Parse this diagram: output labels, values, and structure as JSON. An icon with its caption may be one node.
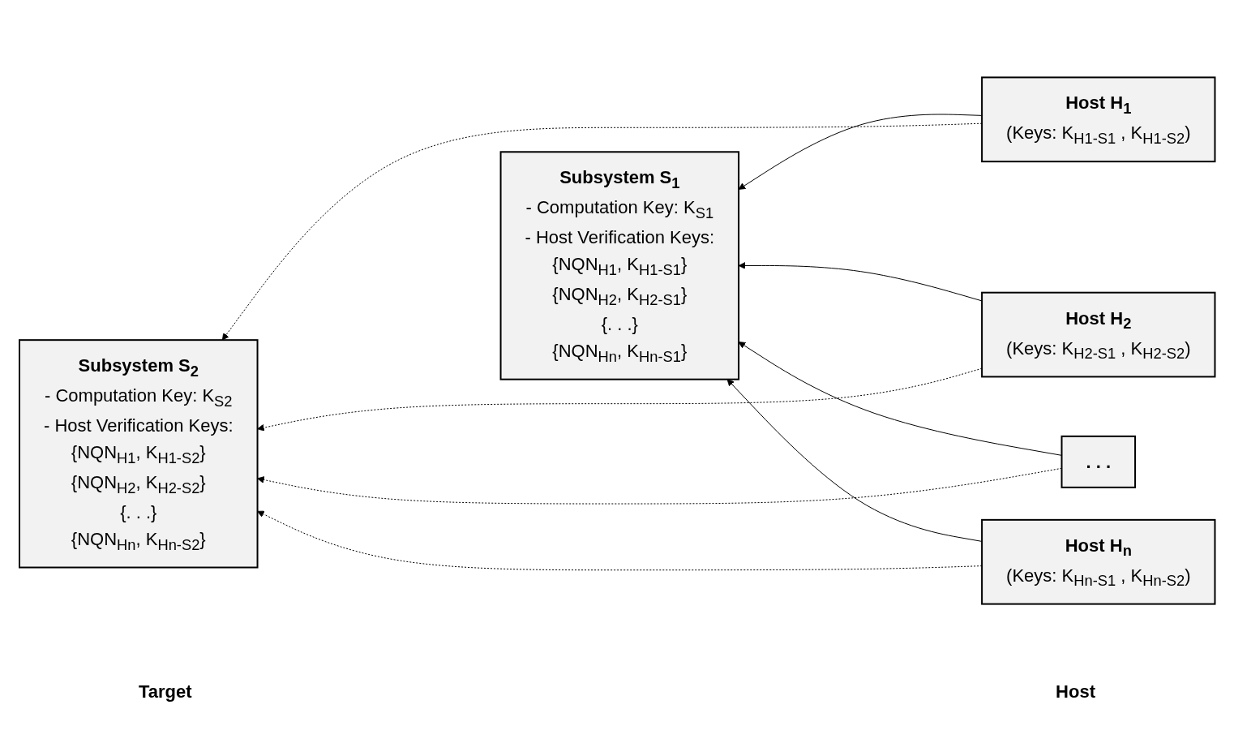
{
  "diagram": {
    "nodes": [
      {
        "text": [
          "Subsystem S$_{1}$",
          "- Computation Key: K$_{S1}$",
          "- Host Verification Keys:",
          "{NQN$_{H1}$, K$_{H1-S1}$}",
          "{NQN$_{H2}$, K$_{H2-S1}$}",
          "{. . .}",
          "{NQN$_{Hn}$, K$_{Hn-S1}$}"
        ]
      },
      {
        "text": [
          "Subsystem S$_{2}$",
          "- Computation Key: K$_{S2}$",
          "- Host Verification Keys:",
          "{NQN$_{H1}$, K$_{H1-S2}$}",
          "{NQN$_{H2}$, K$_{H2-S2}$}",
          "{. . .}",
          "{NQN$_{Hn}$, K$_{Hn-S2}$}"
        ]
      },
      {
        "text": [
          "Host H$_{1}$",
          "(Keys: K$_{H1-S1}$ , K$_{H1-S2}$)"
        ]
      },
      {
        "text": [
          "Host H$_{2}$",
          "(Keys: K$_{H2-S1}$ , K$_{H2-S2}$)"
        ]
      },
      {
        "text": [
          ". . ."
        ]
      },
      {
        "text": [
          "Host H$_{n}$",
          "(Keys: K$_{Hn-S1}$ , K$_{Hn-S2}$)"
        ]
      }
    ],
    "edges": [
      {
        "from": 2,
        "to": 0,
        "arrow": "to"
      },
      {
        "from": 3,
        "to": 0,
        "arrow": "to"
      },
      {
        "from": 4,
        "to": 0,
        "arrow": "to"
      },
      {
        "from": 5,
        "to": 0,
        "arrow": "to"
      },
      {
        "from": 2,
        "to": 1,
        "arrow": "to",
        "style": "dashed"
      },
      {
        "from": 3,
        "to": 1,
        "arrow": "to",
        "style": "dashed"
      },
      {
        "from": 4,
        "to": 1,
        "arrow": "to",
        "style": "dashed"
      },
      {
        "from": 5,
        "to": 1,
        "arrow": "to",
        "style": "dashed"
      }
    ],
    "labels": [
      "Target",
      "Host"
    ]
  }
}
